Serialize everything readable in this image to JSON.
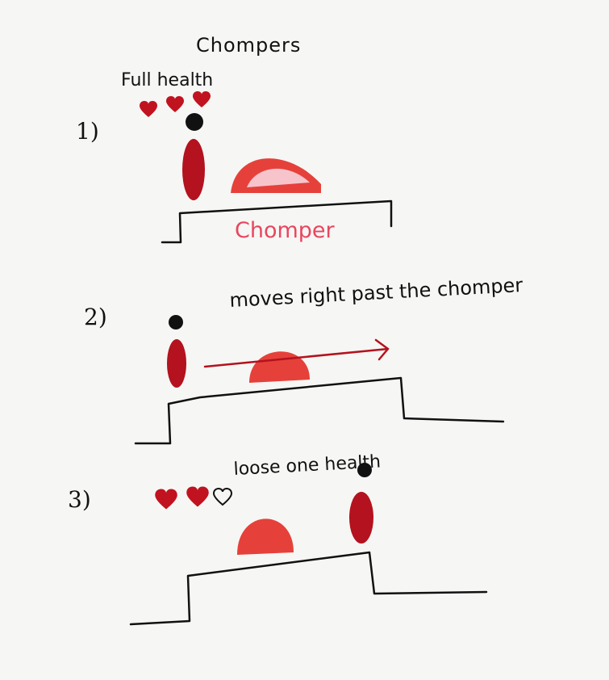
{
  "title": "Chompers",
  "panels": [
    {
      "number": "1)",
      "caption": "Full health",
      "object_label": "Chomper",
      "hearts": [
        "full",
        "full",
        "full"
      ]
    },
    {
      "number": "2)",
      "caption": "moves right past the chomper"
    },
    {
      "number": "3)",
      "caption": "loose one health",
      "hearts": [
        "full",
        "full",
        "empty"
      ]
    }
  ],
  "colors": {
    "ink": "#111111",
    "player": "#b3121e",
    "chomper": "#e5413a",
    "chomper_mouth": "#f7c4cc",
    "arrow": "#b3121e",
    "label": "#e8465f",
    "heart": "#c1121f"
  },
  "icons": {
    "heart_full": "heart-full-icon",
    "heart_empty": "heart-empty-icon",
    "arrow": "arrow-right-icon"
  }
}
